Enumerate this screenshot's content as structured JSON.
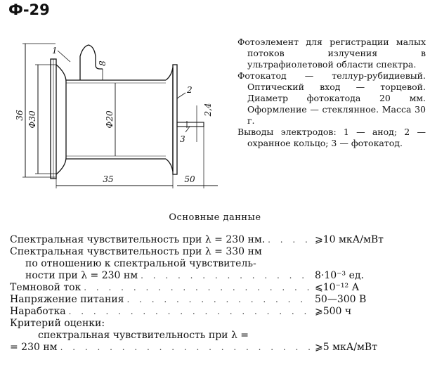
{
  "header": {
    "title": "Ф-29"
  },
  "drawing": {
    "callouts": [
      "1",
      "2",
      "3"
    ],
    "dimensions": {
      "height_overall": "36",
      "diameter_outer": "Ф30",
      "diameter_inner": "Ф20",
      "length_body": "35",
      "length_lead": "50",
      "tab_height": "8",
      "lead_width": "2,4"
    }
  },
  "description": [
    "Фотоэлемент для регистрации малых потоков излучения в ультрафиолетовой области спектра.",
    "Фотокатод — теллур-рубидиевый. Оптический вход — торцевой. Диаметр фотокатода 20 мм. Оформление — стеклянное. Масса 30 г.",
    "Выводы электродов: 1 — анод; 2 — охранное кольцо; 3 — фотокатод."
  ],
  "section": {
    "title": "Основные данные"
  },
  "params": [
    {
      "label": "Спектральная чувствительность при λ = 230 нм.",
      "value": "⩾10 мкА/мВт"
    },
    {
      "label": "Спектральная чувствительность при λ = 330 нм",
      "value": ""
    },
    {
      "label": "по отношению к спектральной чувствитель-",
      "value": ""
    },
    {
      "label": "ности при λ = 230 нм",
      "value": "8·10⁻³ ед."
    },
    {
      "label": "Темновой ток",
      "value": "⩽10⁻¹² А"
    },
    {
      "label": "Напряжение питания",
      "value": "50—300 В"
    },
    {
      "label": "Наработка",
      "value": "⩾500 ч"
    },
    {
      "label": "Критерий оценки:",
      "value": ""
    },
    {
      "label": "спектральная чувствительность при λ =",
      "value": ""
    },
    {
      "label": "= 230 нм",
      "value": "⩾5 мкА/мВт"
    }
  ]
}
